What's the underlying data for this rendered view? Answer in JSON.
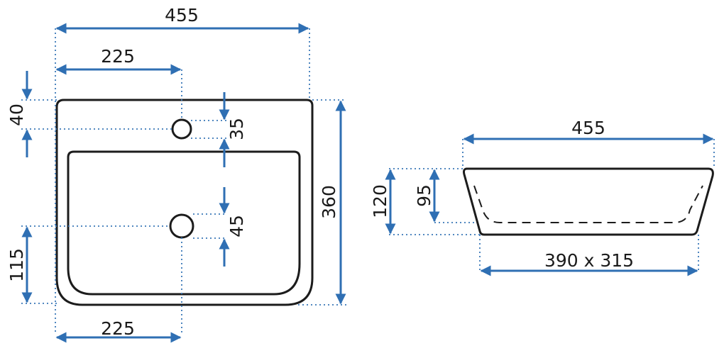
{
  "top_view": {
    "overall_width": "455",
    "tap_hole_offset_top": "225",
    "tap_hole_from_top": "40",
    "tap_hole_diameter": "35",
    "drain_diameter": "45",
    "overall_depth": "360",
    "drain_from_bottom": "115",
    "drain_offset_bottom": "225"
  },
  "side_view": {
    "top_width": "455",
    "total_height": "120",
    "inner_depth": "95",
    "base_size": "390 x 315"
  },
  "colors": {
    "outline": "#1c1c1c",
    "dimension": "#2f6fb3"
  }
}
